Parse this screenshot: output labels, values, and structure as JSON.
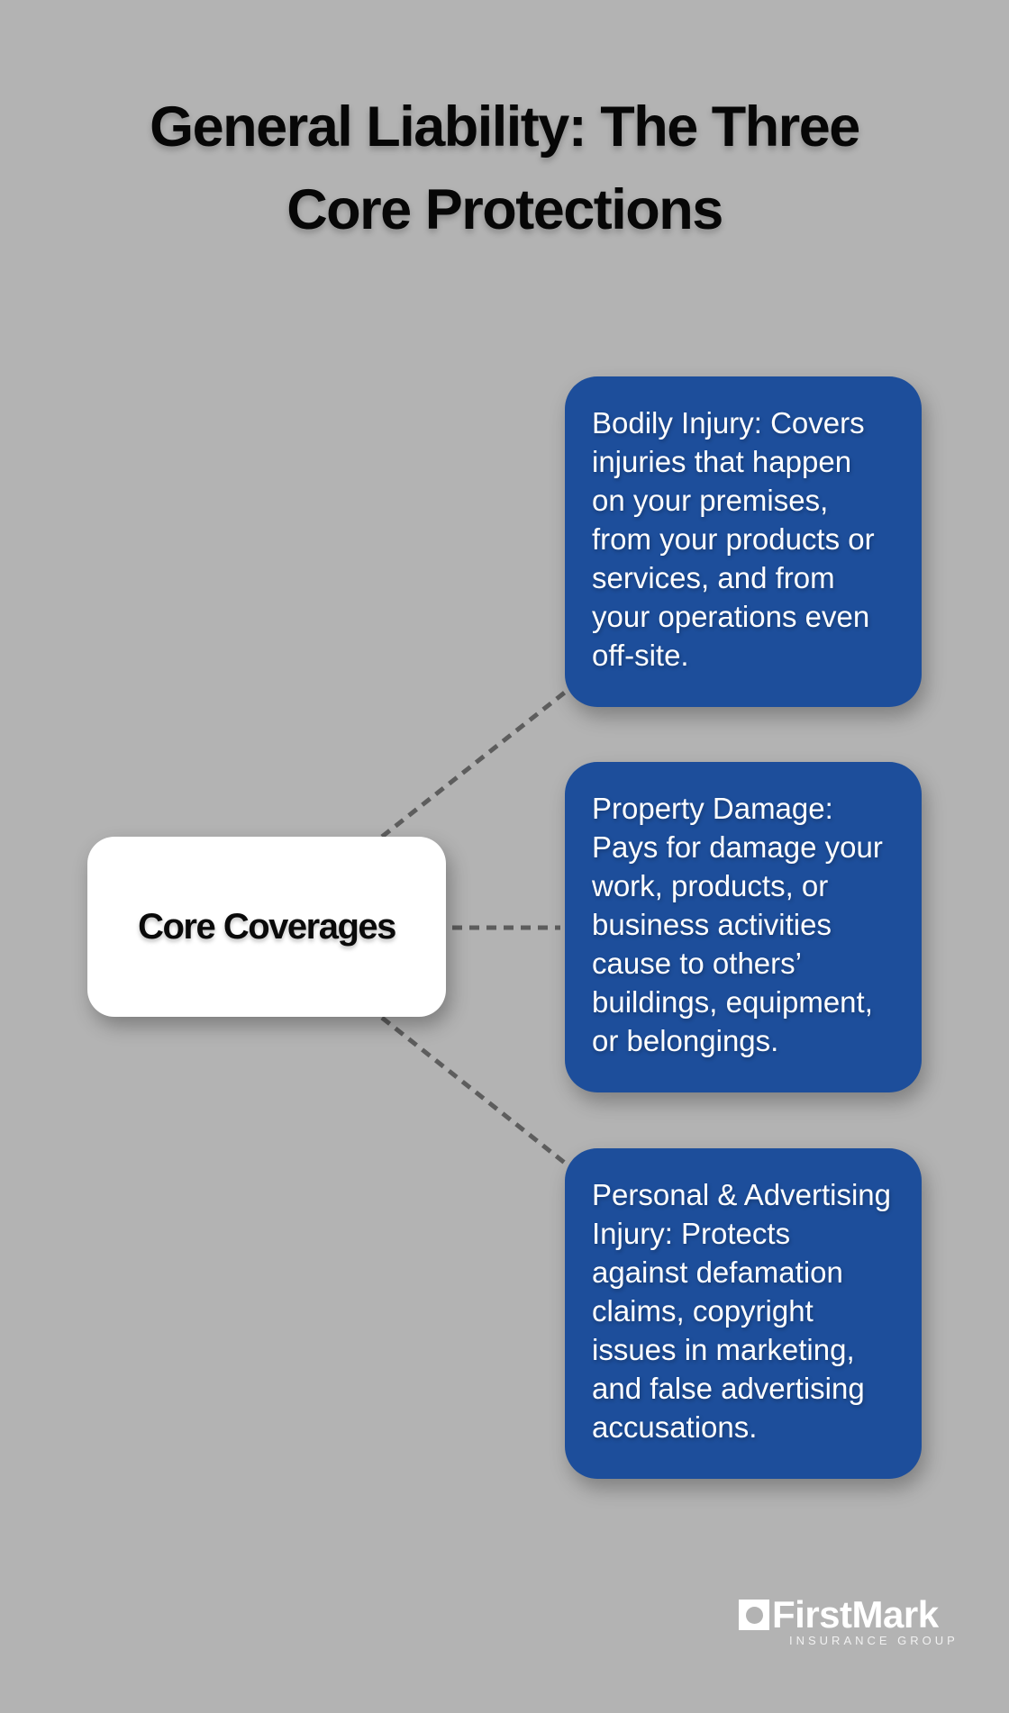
{
  "colors": {
    "background_gray": "#b3b3b3",
    "card_blue": "#1d4e9b",
    "connector_gray": "#5d5d5d",
    "node_white": "#ffffff",
    "title_black": "#070707"
  },
  "title": "General Liability: The Three\nCore Protections",
  "diagram": {
    "center_node": {
      "label": "Core Coverages"
    },
    "cards": [
      {
        "text": "Bodily Injury: Covers\ninjuries that happen\non your premises,\nfrom your products or\nservices, and from\nyour operations even\noff-site."
      },
      {
        "text": "Property Damage:\nPays for damage your\nwork, products, or\nbusiness activities\ncause to others’\nbuildings, equipment,\nor belongings."
      },
      {
        "text": "Personal & Advertising\nInjury: Protects\nagainst defamation\nclaims, copyright\nissues in marketing,\nand false advertising\naccusations."
      }
    ]
  },
  "footer": {
    "brand": "FirstMark",
    "tagline": "INSURANCE GROUP"
  }
}
